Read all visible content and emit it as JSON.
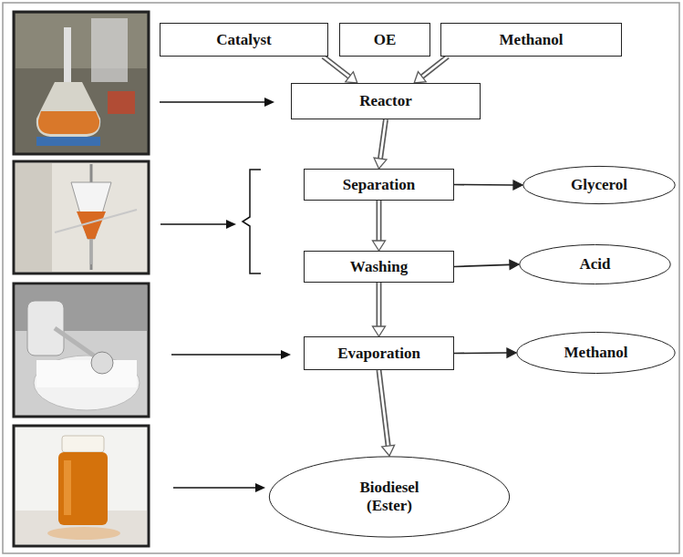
{
  "diagram": {
    "nodes": [
      {
        "text": [
          "Catalyst"
        ]
      },
      {
        "text": [
          "OE"
        ]
      },
      {
        "text": [
          "Methanol"
        ]
      },
      {
        "text": [
          "Reactor"
        ]
      },
      {
        "text": [
          "Separation"
        ]
      },
      {
        "text": [
          "Glycerol"
        ]
      },
      {
        "text": [
          "Washing"
        ]
      },
      {
        "text": [
          "Acid"
        ]
      },
      {
        "text": [
          "Evaporation"
        ]
      },
      {
        "text": [
          "Methanol"
        ]
      },
      {
        "text": [
          "Biodiesel (Ester)"
        ]
      }
    ],
    "edges": [
      {
        "from": 0,
        "to": 3,
        "arrow": "to"
      },
      {
        "from": 2,
        "to": 3,
        "arrow": "to"
      },
      {
        "from": 3,
        "to": 4,
        "arrow": "to"
      },
      {
        "from": 4,
        "to": 5,
        "arrow": "to"
      },
      {
        "from": 4,
        "to": 6,
        "arrow": "to"
      },
      {
        "from": 6,
        "to": 7,
        "arrow": "to"
      },
      {
        "from": 6,
        "to": 8,
        "arrow": "to"
      },
      {
        "from": 8,
        "to": 9,
        "arrow": "to"
      },
      {
        "from": 8,
        "to": 10,
        "arrow": "to"
      }
    ]
  }
}
